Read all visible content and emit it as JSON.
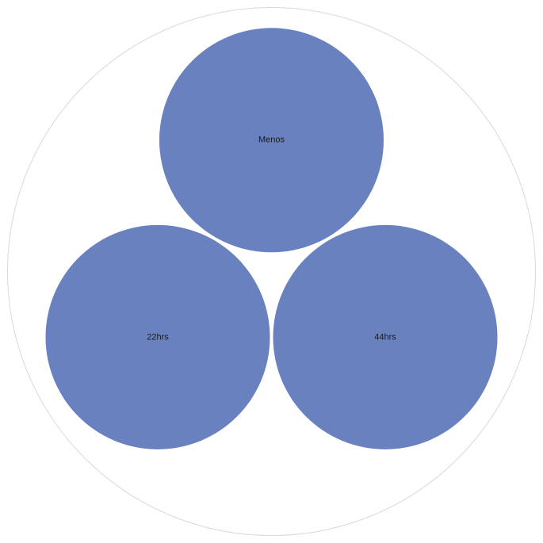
{
  "chart_data": {
    "type": "bubble",
    "title": "",
    "colors": {
      "bubble": "#6a81c0",
      "outer_ring": "#d9d9d9",
      "label": "#1a1a1a",
      "background": "#ffffff"
    },
    "items": [
      {
        "label": "Menos",
        "value": 1
      },
      {
        "label": "22hrs",
        "value": 1
      },
      {
        "label": "44hrs",
        "value": 1
      }
    ]
  }
}
